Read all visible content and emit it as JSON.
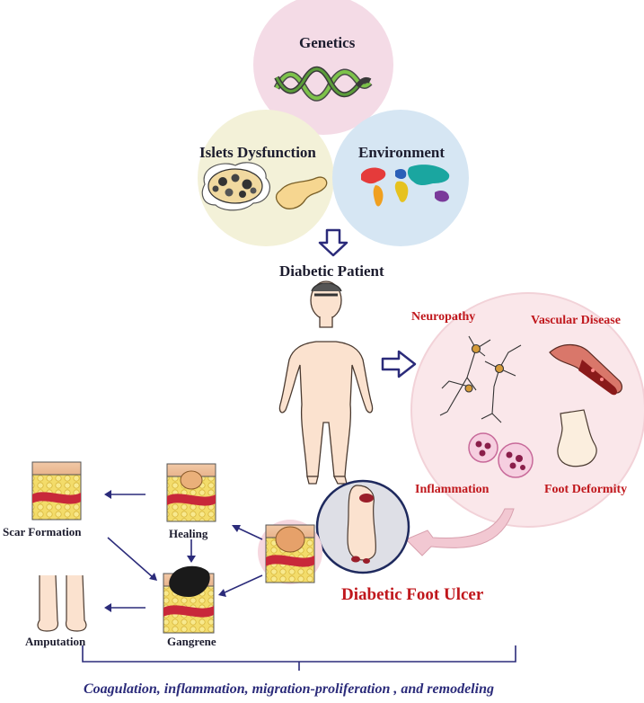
{
  "risk_factors": {
    "genetics": "Genetics",
    "islets": "Islets Dysfunction",
    "environment": "Environment"
  },
  "patient_label": "Diabetic Patient",
  "complications": {
    "neuropathy": "Neuropathy",
    "vascular": "Vascular Disease",
    "inflammation": "Inflammation",
    "deformity": "Foot Deformity"
  },
  "ulcer_label": "Diabetic Foot Ulcer",
  "outcomes": {
    "scar": "Scar Formation",
    "healing": "Healing",
    "amputation": "Amputation",
    "gangrene": "Gangrene"
  },
  "process_caption": "Coagulation, inflammation, migration-proliferation , and remodeling",
  "colors": {
    "genetics_circle": "#f4dbe6",
    "islets_circle": "#f3f1d8",
    "environment_circle": "#d6e6f3",
    "complication_circle": "#fae7ea",
    "arrow": "#2b2b7a",
    "accent_red": "#c0171c"
  }
}
